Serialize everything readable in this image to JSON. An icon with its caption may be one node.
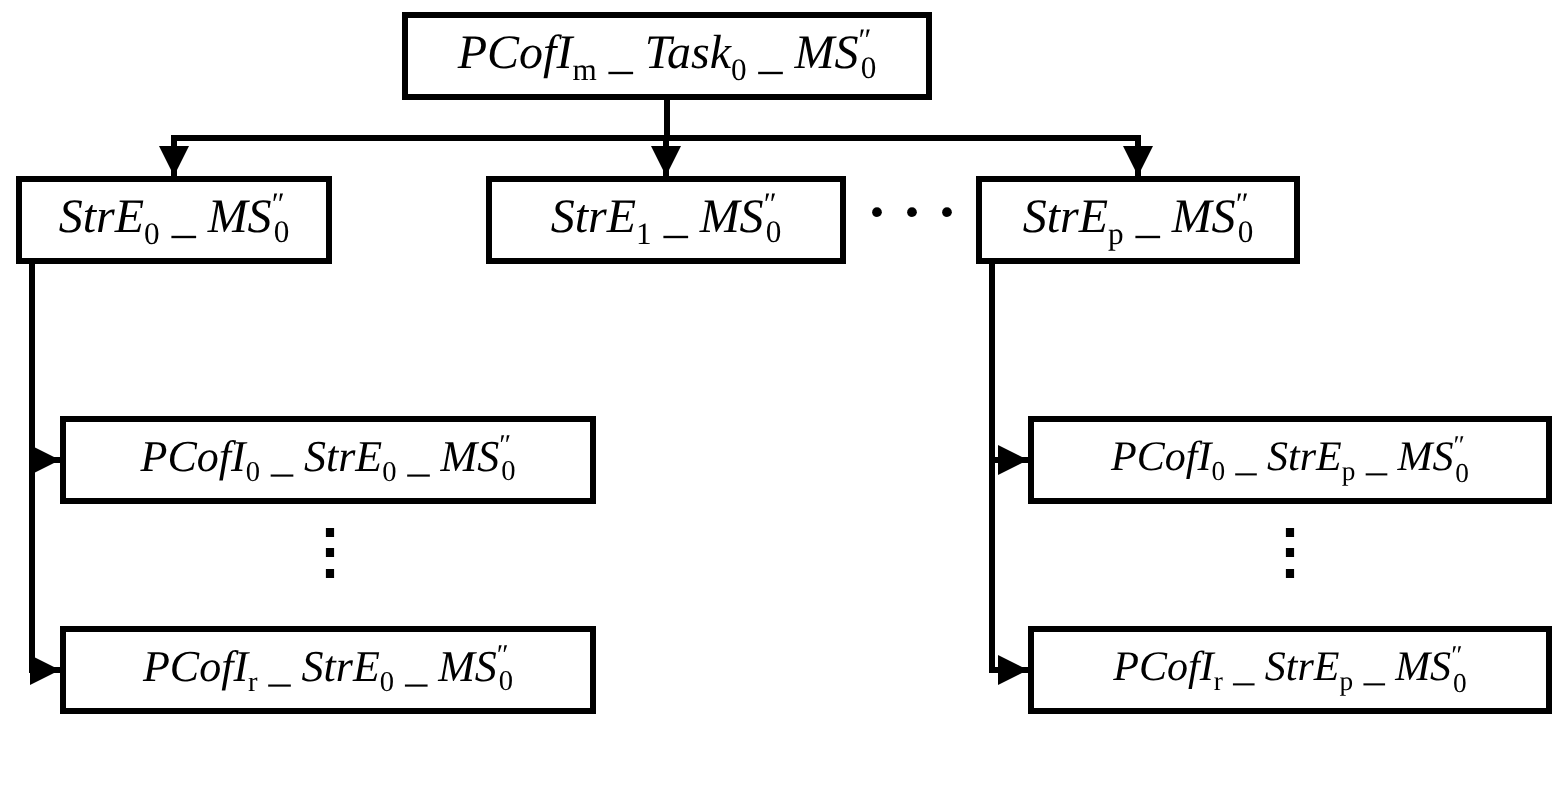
{
  "diagram": {
    "nodes": [
      {
        "text": [
          "PCofI$_{m}$ _ Task$_{0}$ _ MS$^{″}$$_{0}$"
        ]
      },
      {
        "text": [
          "StrE$_{0}$ _ MS$^{″}$$_{0}$"
        ]
      },
      {
        "text": [
          "StrE$_{1}$ _ MS$^{″}$$_{0}$"
        ]
      },
      {
        "text": [
          "StrE$_{p}$ _ MS$^{″}$$_{0}$"
        ]
      },
      {
        "text": [
          "PCofI$_{0}$ _ StrE$_{0}$ _ MS$^{″}$$_{0}$"
        ]
      },
      {
        "text": [
          "PCofI$_{r}$ _ StrE$_{0}$ _ MS$^{″}$$_{0}$"
        ]
      },
      {
        "text": [
          "PCofI$_{0}$ _ StrE$_{p}$ _ MS$^{″}$$_{0}$"
        ]
      },
      {
        "text": [
          "PCofI$_{r}$ _ StrE$_{p}$ _ MS$^{″}$$_{0}$"
        ]
      }
    ],
    "edges": [
      {
        "from": 0,
        "to": 1,
        "arrow": "to"
      },
      {
        "from": 0,
        "to": 2,
        "arrow": "to"
      },
      {
        "from": 0,
        "to": 3,
        "arrow": "to"
      },
      {
        "from": 1,
        "to": 4,
        "arrow": "to"
      },
      {
        "from": 1,
        "to": 5,
        "arrow": "to"
      },
      {
        "from": 3,
        "to": 6,
        "arrow": "to"
      },
      {
        "from": 3,
        "to": 7,
        "arrow": "to"
      }
    ],
    "labels": [
      "· · ·",
      "⋮",
      "⋮"
    ]
  }
}
